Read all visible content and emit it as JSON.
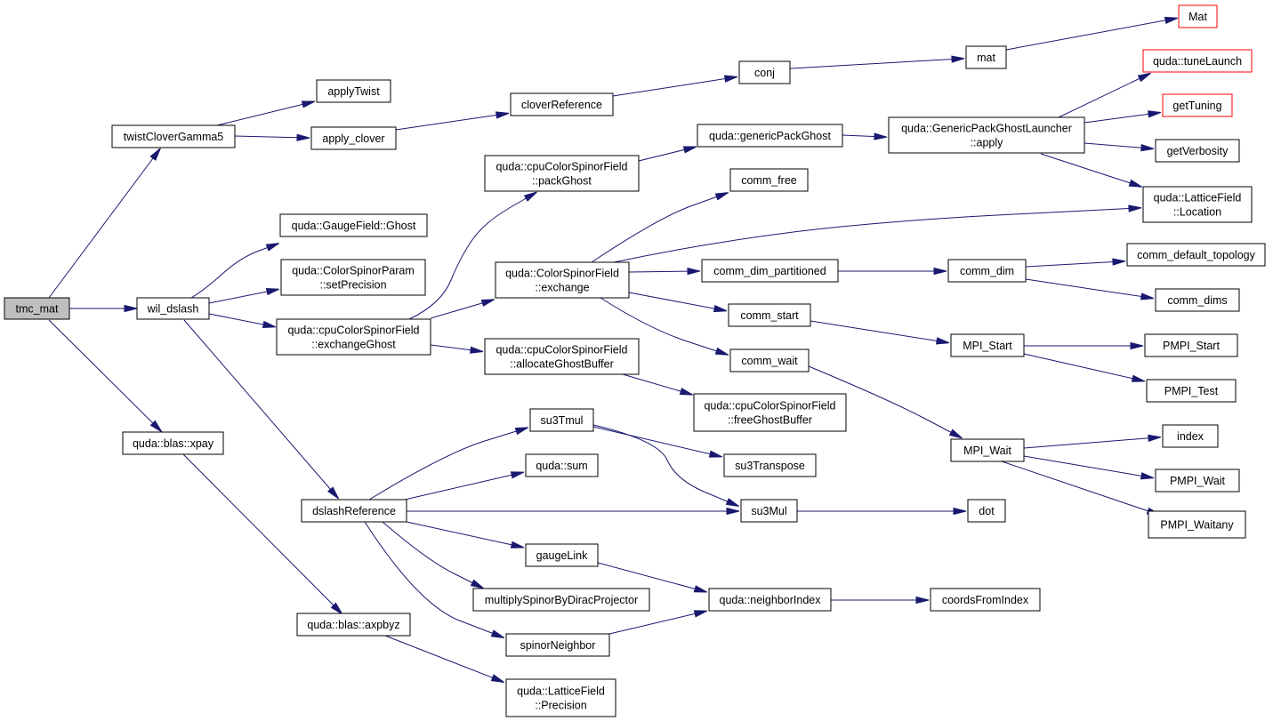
{
  "diagram": {
    "colors": {
      "edge": "#191970",
      "border": "#000000",
      "truncated_border": "#ff0000",
      "root_fill": "#bfbfbf",
      "node_fill": "#ffffff"
    },
    "nodes": {
      "tmc_mat": {
        "lines": [
          "tmc_mat"
        ]
      },
      "twistCloverGamma5": {
        "lines": [
          "twistCloverGamma5"
        ]
      },
      "applyTwist": {
        "lines": [
          "applyTwist"
        ]
      },
      "apply_clover": {
        "lines": [
          "apply_clover"
        ]
      },
      "cloverReference": {
        "lines": [
          "cloverReference"
        ]
      },
      "conj": {
        "lines": [
          "conj"
        ]
      },
      "mat": {
        "lines": [
          "mat"
        ]
      },
      "Mat": {
        "lines": [
          "Mat"
        ]
      },
      "tuneLaunch": {
        "lines": [
          "quda::tuneLaunch"
        ]
      },
      "getTuning": {
        "lines": [
          "getTuning"
        ]
      },
      "getVerbosity": {
        "lines": [
          "getVerbosity"
        ]
      },
      "latticeLocation": {
        "lines": [
          "quda::LatticeField",
          "::Location"
        ]
      },
      "genericPackGhost": {
        "lines": [
          "quda::genericPackGhost"
        ]
      },
      "genericPackLauncher": {
        "lines": [
          "quda::GenericPackGhostLauncher",
          "::apply"
        ]
      },
      "cpuPackGhost": {
        "lines": [
          "quda::cpuColorSpinorField",
          "::packGhost"
        ]
      },
      "commFree": {
        "lines": [
          "comm_free"
        ]
      },
      "gaugeGhost": {
        "lines": [
          "quda::GaugeField::Ghost"
        ]
      },
      "setPrecision": {
        "lines": [
          "quda::ColorSpinorParam",
          "::setPrecision"
        ]
      },
      "csfExchange": {
        "lines": [
          "quda::ColorSpinorField",
          "::exchange"
        ]
      },
      "commDimPartitioned": {
        "lines": [
          "comm_dim_partitioned"
        ]
      },
      "commDim": {
        "lines": [
          "comm_dim"
        ]
      },
      "commDefaultTopology": {
        "lines": [
          "comm_default_topology"
        ]
      },
      "commDims": {
        "lines": [
          "comm_dims"
        ]
      },
      "wilDslash": {
        "lines": [
          "wil_dslash"
        ]
      },
      "exchangeGhost": {
        "lines": [
          "quda::cpuColorSpinorField",
          "::exchangeGhost"
        ]
      },
      "commStart": {
        "lines": [
          "comm_start"
        ]
      },
      "mpiStart": {
        "lines": [
          "MPI_Start"
        ]
      },
      "pmpiStart": {
        "lines": [
          "PMPI_Start"
        ]
      },
      "allocateGhostBuffer": {
        "lines": [
          "quda::cpuColorSpinorField",
          "::allocateGhostBuffer"
        ]
      },
      "commWait": {
        "lines": [
          "comm_wait"
        ]
      },
      "pmpiTest": {
        "lines": [
          "PMPI_Test"
        ]
      },
      "freeGhostBuffer": {
        "lines": [
          "quda::cpuColorSpinorField",
          "::freeGhostBuffer"
        ]
      },
      "blasXpay": {
        "lines": [
          "quda::blas::xpay"
        ]
      },
      "su3Tmul": {
        "lines": [
          "su3Tmul"
        ]
      },
      "index": {
        "lines": [
          "index"
        ]
      },
      "mpiWait": {
        "lines": [
          "MPI_Wait"
        ]
      },
      "su3Transpose": {
        "lines": [
          "su3Transpose"
        ]
      },
      "qudaSum": {
        "lines": [
          "quda::sum"
        ]
      },
      "pmpiWait": {
        "lines": [
          "PMPI_Wait"
        ]
      },
      "dslashReference": {
        "lines": [
          "dslashReference"
        ]
      },
      "su3Mul": {
        "lines": [
          "su3Mul"
        ]
      },
      "dot": {
        "lines": [
          "dot"
        ]
      },
      "pmpiWaitany": {
        "lines": [
          "PMPI_Waitany"
        ]
      },
      "gaugeLink": {
        "lines": [
          "gaugeLink"
        ]
      },
      "multiplySpinor": {
        "lines": [
          "multiplySpinorByDiracProjector"
        ]
      },
      "neighborIndex": {
        "lines": [
          "quda::neighborIndex"
        ]
      },
      "coordsFromIndex": {
        "lines": [
          "coordsFromIndex"
        ]
      },
      "axpbyz": {
        "lines": [
          "quda::blas::axpbyz"
        ]
      },
      "spinorNeighbor": {
        "lines": [
          "spinorNeighbor"
        ]
      },
      "latticePrecision": {
        "lines": [
          "quda::LatticeField",
          "::Precision"
        ]
      }
    }
  }
}
